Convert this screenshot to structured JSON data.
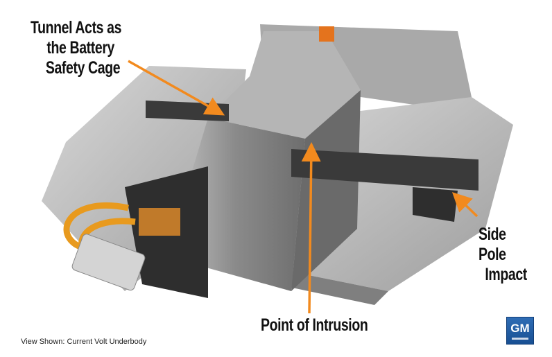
{
  "labels": {
    "tunnel_line1": "Tunnel Acts as",
    "tunnel_line2": "the Battery",
    "tunnel_line3": "Safety Cage",
    "intrusion": "Point of Intrusion",
    "side_line1": "Side Pole",
    "side_line2": "Impact"
  },
  "caption": "View Shown: Current Volt Underbody",
  "logo": "GM",
  "colors": {
    "arrow": "#f28a1e",
    "logo": "#2a64ac"
  }
}
